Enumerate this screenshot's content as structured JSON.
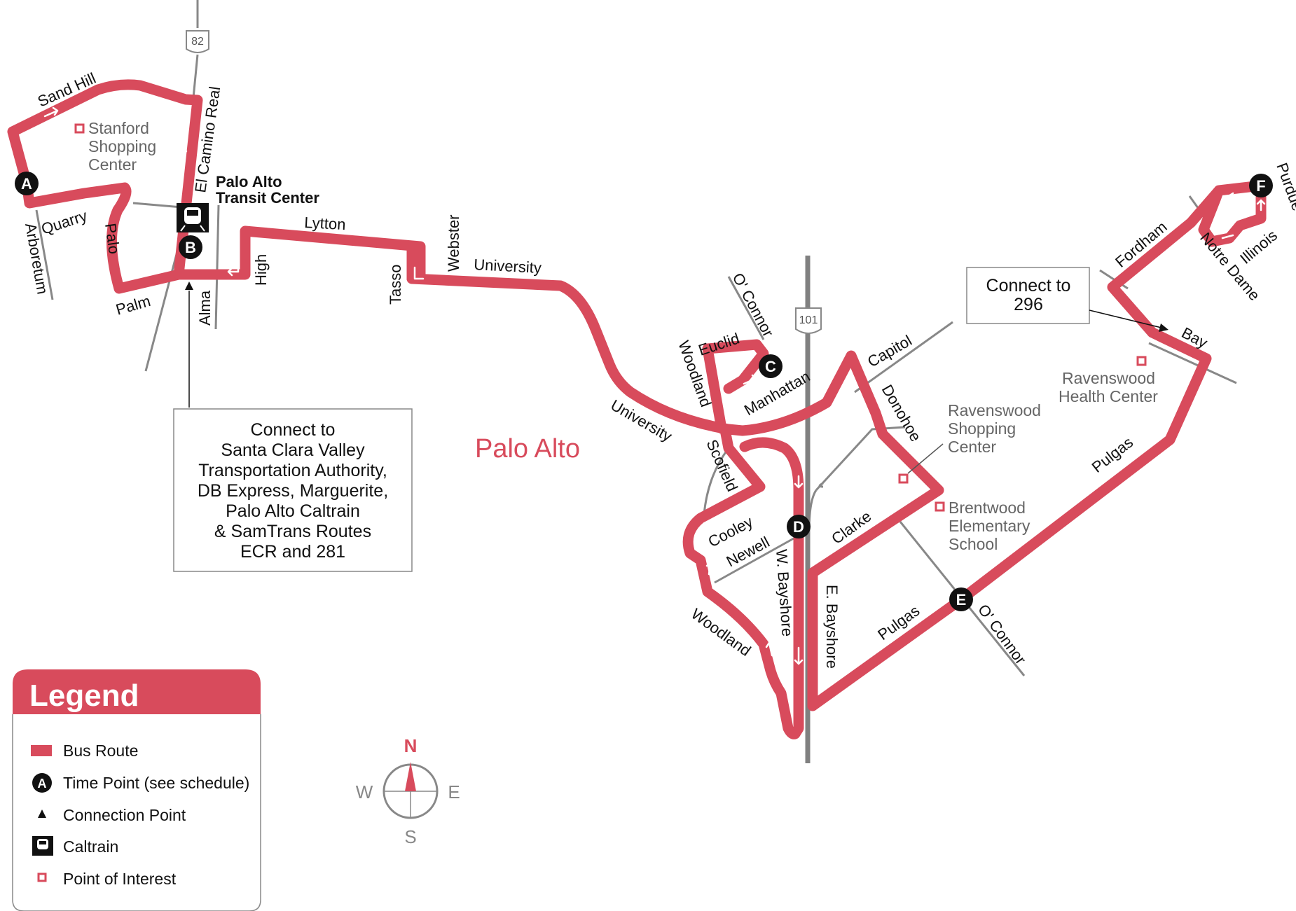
{
  "colors": {
    "route": "#d84b5c",
    "road": "#888888",
    "highway": "#808080",
    "timepoint": "#111111",
    "text": "#111111"
  },
  "city_label": "Palo Alto",
  "transit_center": {
    "line1": "Palo Alto",
    "line2": "Transit Center"
  },
  "highway_shields": {
    "route82": "82",
    "us101": "101"
  },
  "streets": {
    "sand_hill": "Sand Hill",
    "arboretum": "Arboretum",
    "quarry": "Quarry",
    "palo": "Palo",
    "palm": "Palm",
    "el_camino_real": "El Camino Real",
    "alma": "Alma",
    "high": "High",
    "lytton": "Lytton",
    "tasso": "Tasso",
    "webster": "Webster",
    "university_1": "University",
    "university_2": "University",
    "oconnor_1": "O' Connor",
    "euclid": "Euclid",
    "woodland_1": "Woodland",
    "manhattan": "Manhattan",
    "scofield": "Scofield",
    "cooley": "Cooley",
    "newell": "Newell",
    "w_bayshore": "W. Bayshore",
    "woodland_2": "Woodland",
    "e_bayshore": "E. Bayshore",
    "capitol": "Capitol",
    "donohoe": "Donohoe",
    "clarke": "Clarke",
    "pulgas_1": "Pulgas",
    "oconnor_2": "O' Connor",
    "pulgas_2": "Pulgas",
    "bay": "Bay",
    "fordham": "Fordham",
    "notre_dame": "Notre Dame",
    "illinois": "Illinois",
    "purdue": "Purdue"
  },
  "points_of_interest": {
    "stanford": [
      "Stanford",
      "Shopping",
      "Center"
    ],
    "ravenswood_shopping": [
      "Ravenswood",
      "Shopping",
      "Center"
    ],
    "brentwood": [
      "Brentwood",
      "Elementary",
      "School"
    ],
    "ravenswood_health": [
      "Ravenswood",
      "Health Center"
    ]
  },
  "time_points": {
    "A": "A",
    "B": "B",
    "C": "C",
    "D": "D",
    "E": "E",
    "F": "F"
  },
  "connect_box_1": [
    "Connect to",
    "Santa Clara Valley",
    "Transportation Authority,",
    "DB Express, Marguerite,",
    "Palo Alto Caltrain",
    "& SamTrans Routes",
    "ECR and 281"
  ],
  "connect_box_2": [
    "Connect to",
    "296"
  ],
  "legend": {
    "title": "Legend",
    "items": {
      "bus_route": "Bus Route",
      "time_point": "Time Point (see schedule)",
      "time_point_symbol": "A",
      "connection_point": "Connection Point",
      "caltrain": "Caltrain",
      "point_of_interest": "Point of Interest"
    }
  },
  "compass": {
    "n": "N",
    "s": "S",
    "e": "E",
    "w": "W"
  }
}
